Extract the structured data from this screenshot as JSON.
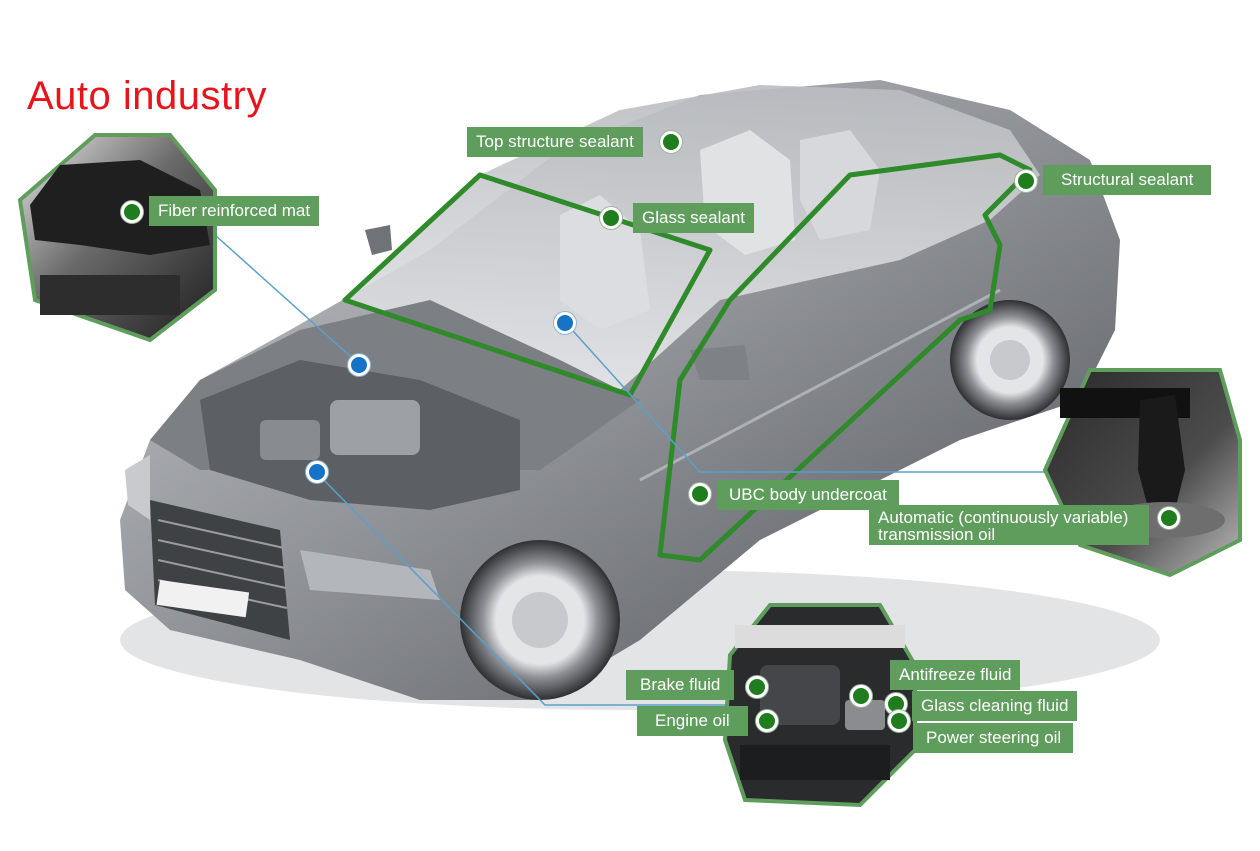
{
  "title": "Auto industry",
  "colors": {
    "title": "#e8141b",
    "label_bg": "#5f9d5c",
    "marker_green": "#1f7d1d",
    "marker_blue": "#1673c7",
    "outline_green": "#2f8a2a",
    "leader_line": "#5aa0c9"
  },
  "labels": {
    "fiber_mat": "Fiber reinforced mat",
    "top_structure": "Top structure sealant",
    "glass_sealant": "Glass sealant",
    "structural": "Structural sealant",
    "ubc": "UBC body undercoat",
    "transmission_line1": "Automatic (continuously variable)",
    "transmission_line2": "transmission oil",
    "brake": "Brake fluid",
    "engine_oil": "Engine oil",
    "antifreeze": "Antifreeze fluid",
    "glass_cleaning": "Glass cleaning fluid",
    "power_steering": "Power steering oil"
  },
  "images": {
    "car": "car-cutaway-illustration",
    "hood": "hood-underside-photo",
    "gear": "gear-shifter-photo",
    "engine_bay": "engine-bay-photo"
  }
}
